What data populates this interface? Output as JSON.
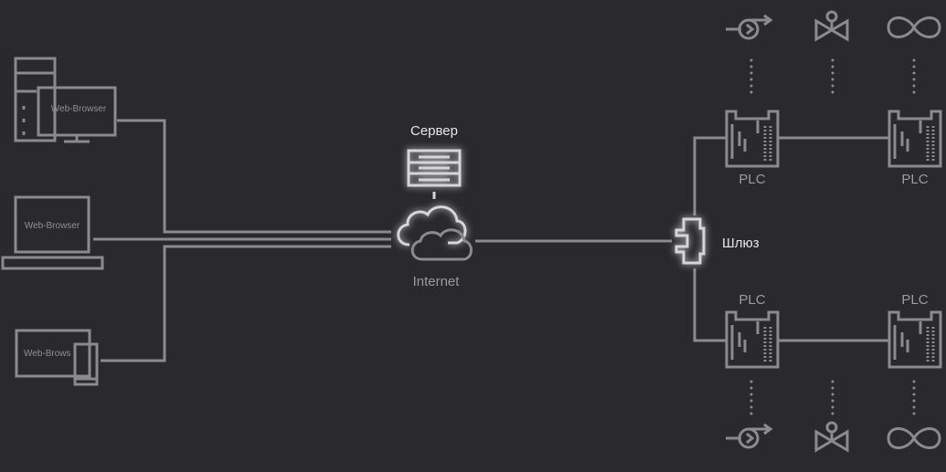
{
  "clients": {
    "desktop_label": "Web-Browser",
    "laptop_label": "Web-Browser",
    "phone_label": "Web-Brows"
  },
  "server": {
    "label": "Сервер"
  },
  "cloud": {
    "label": "Internet"
  },
  "gateway": {
    "label": "Шлюз"
  },
  "plcs": {
    "top_left": "PLC",
    "top_right": "PLC",
    "bottom_left": "PLC",
    "bottom_right": "PLC"
  },
  "field_devices": {
    "top": [
      "pump-icon",
      "valve-icon",
      "infinity-icon"
    ],
    "bottom": [
      "pump-icon",
      "valve-icon",
      "infinity-icon"
    ]
  },
  "colors": {
    "background": "#2a292e",
    "line": "#8a8a8f",
    "highlight": "#d6d6da"
  }
}
